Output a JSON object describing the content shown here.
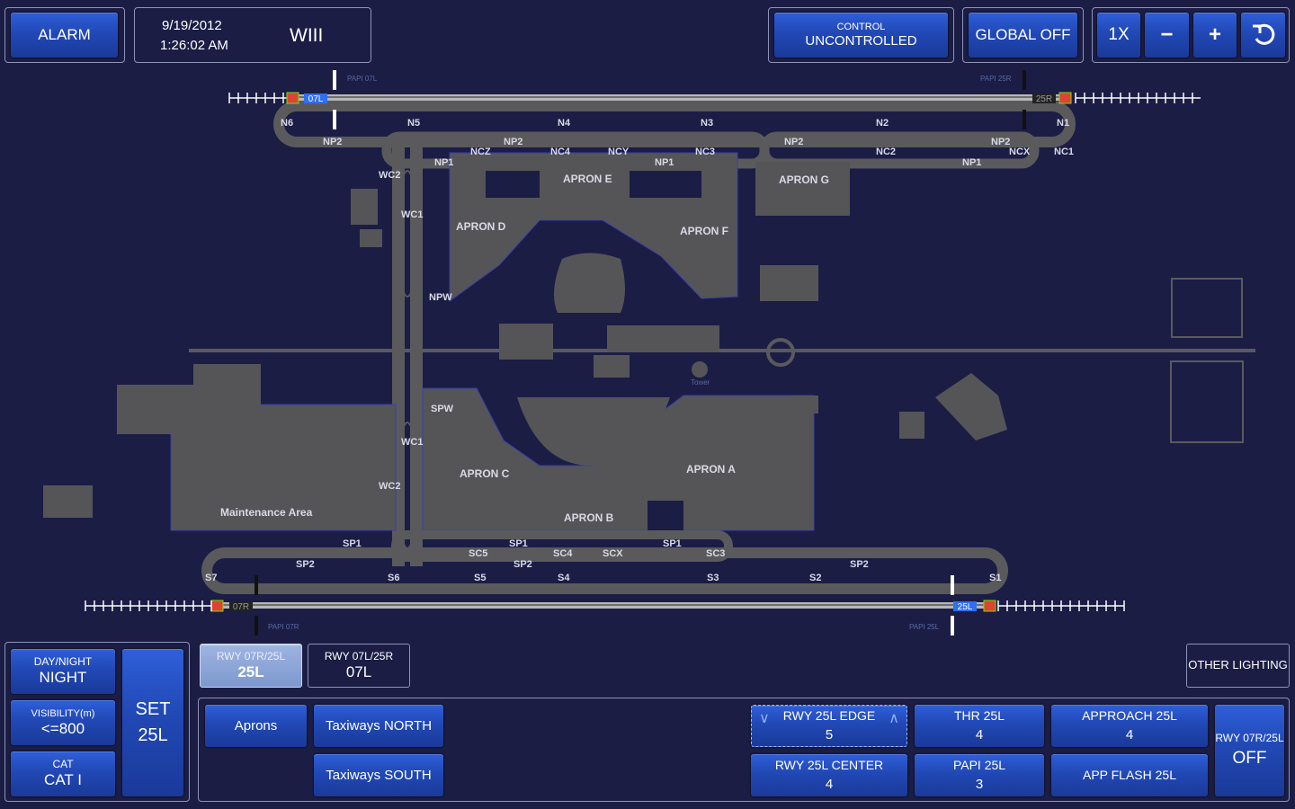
{
  "header": {
    "alarm_label": "ALARM",
    "date": "9/19/2012",
    "time": "1:26:02 AM",
    "station": "WIII",
    "control_label": "CONTROL",
    "control_value": "UNCONTROLLED",
    "global_label": "GLOBAL OFF",
    "zoom_label": "1X",
    "zoom_out_label": "−",
    "zoom_in_label": "+",
    "reset_icon": "refresh-icon"
  },
  "map": {
    "runway_north": {
      "west_end": "07L",
      "east_end": "25R",
      "papi_west": "PAPI 07L",
      "papi_east": "PAPI 25R"
    },
    "runway_south": {
      "west_end": "07R",
      "east_end": "25L",
      "papi_west": "PAPI 07R",
      "papi_east": "PAPI 25L"
    },
    "north_exits": [
      "N6",
      "N5",
      "N4",
      "N3",
      "N2",
      "N1"
    ],
    "north_taxi": [
      "NP2",
      "NCZ",
      "NP2",
      "NC4",
      "NCY",
      "NC3",
      "NP2",
      "NC2",
      "NP2",
      "NCX",
      "NC1",
      "NP1",
      "NP1",
      "NP1"
    ],
    "west_taxi": [
      "WC2",
      "WC1",
      "NPW",
      "SPW",
      "WC1",
      "WC2"
    ],
    "south_exits": [
      "S7",
      "S6",
      "S5",
      "S4",
      "S3",
      "S2",
      "S1"
    ],
    "south_taxi": [
      "SP1",
      "SP2",
      "SC5",
      "SP1",
      "SC4",
      "SCX",
      "SP1",
      "SC3",
      "SP2",
      "SP2"
    ],
    "aprons": [
      "APRON E",
      "APRON G",
      "APRON D",
      "APRON F",
      "APRON C",
      "APRON A",
      "APRON B",
      "Maintenance Area"
    ],
    "tower_label": "Tower"
  },
  "bottom_left": {
    "daynight_label": "DAY/NIGHT",
    "daynight_value": "NIGHT",
    "visibility_label": "VISIBILITY(m)",
    "visibility_value": "<=800",
    "cat_label": "CAT",
    "cat_value": "CAT I",
    "set_label": "SET",
    "set_value": "25L"
  },
  "runway_tabs": [
    {
      "label": "RWY 07R/25L",
      "value": "25L",
      "selected": true
    },
    {
      "label": "RWY 07L/25R",
      "value": "07L",
      "selected": false
    }
  ],
  "other_lighting_label": "OTHER LIGHTING",
  "groups": {
    "aprons": "Aprons",
    "taxiways_north": "Taxiways NORTH",
    "taxiways_south": "Taxiways SOUTH"
  },
  "lighting": {
    "edge": {
      "label": "RWY 25L EDGE",
      "value": "5"
    },
    "center": {
      "label": "RWY 25L CENTER",
      "value": "4"
    },
    "thr": {
      "label": "THR 25L",
      "value": "4"
    },
    "papi": {
      "label": "PAPI 25L",
      "value": "3"
    },
    "approach": {
      "label": "APPROACH 25L",
      "value": "4"
    },
    "app_flash": {
      "label": "APP FLASH 25L",
      "value": ""
    },
    "rwy_off": {
      "label": "RWY 07R/25L",
      "value": "OFF"
    }
  },
  "colors": {
    "background": "#1b1d45",
    "button": "#2148b5",
    "selected": "#8aa2d6",
    "map_fill": "#555558",
    "taxiway": "#5a5a5d",
    "runway": "#b8b8b8"
  }
}
